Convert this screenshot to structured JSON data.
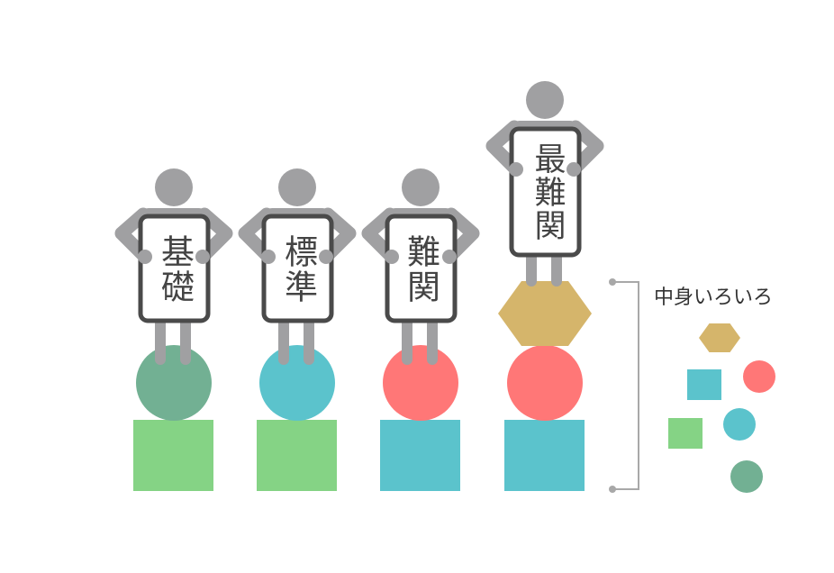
{
  "levels": [
    {
      "label": "基礎",
      "ball_color": "#72b093",
      "block_color": "#85d385"
    },
    {
      "label": "標準",
      "ball_color": "#5bc3cc",
      "block_color": "#85d385"
    },
    {
      "label": "難関",
      "ball_color": "#ff7777",
      "block_color": "#5bc3cc"
    },
    {
      "label": "最難関",
      "ball_color": "#ff7777",
      "block_color": "#5bc3cc",
      "extra_shape_color": "#d5b56b"
    }
  ],
  "legend": {
    "title": "中身いろいろ",
    "shapes": [
      {
        "shape": "hexagon",
        "color": "#d5b56b"
      },
      {
        "shape": "square",
        "color": "#5bc3cc"
      },
      {
        "shape": "circle",
        "color": "#ff7777"
      },
      {
        "shape": "square",
        "color": "#85d385"
      },
      {
        "shape": "circle",
        "color": "#5bc3cc"
      },
      {
        "shape": "circle",
        "color": "#72b093"
      }
    ]
  },
  "colors": {
    "person": "#a0a0a2",
    "sign_border": "#4a4a4a",
    "bracket": "#a8a8a8"
  }
}
